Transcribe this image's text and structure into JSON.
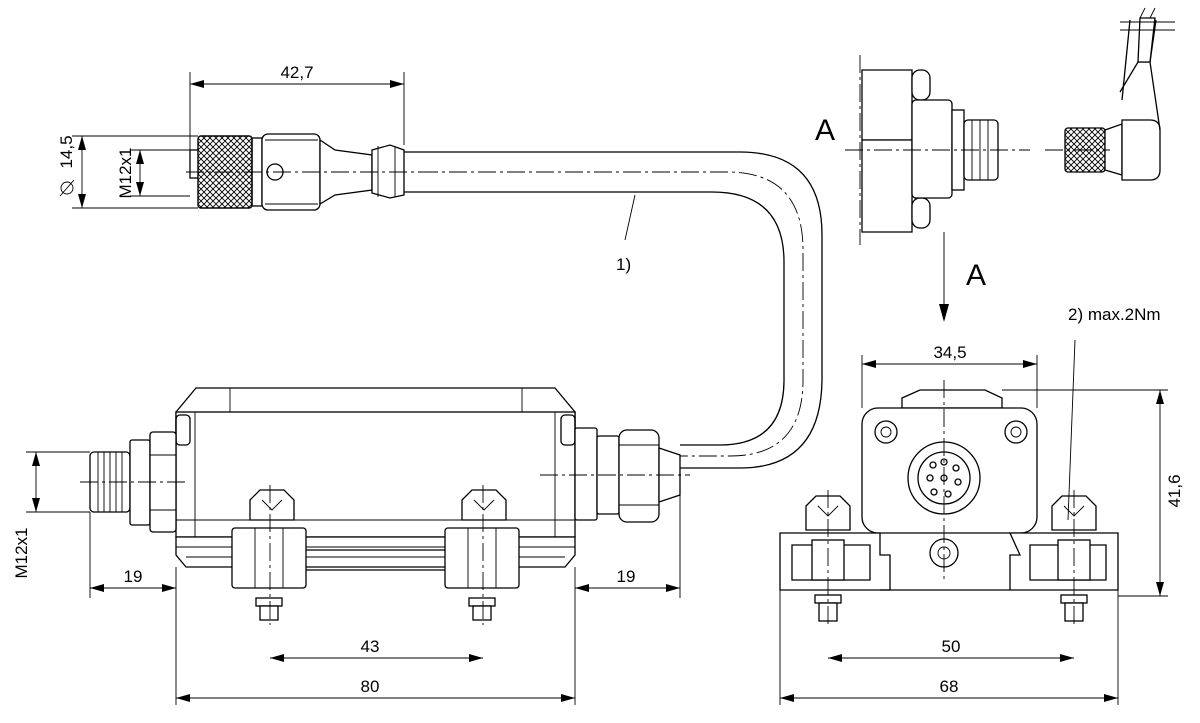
{
  "dimensions": {
    "top_connector_length": "42,7",
    "thread_diameter": "14,5",
    "thread_top": "M12x1",
    "thread_left": "M12x1",
    "left_offset": "19",
    "right_offset": "19",
    "screw_spacing": "43",
    "body_length": "80",
    "side_width": "34,5",
    "side_height": "41,6",
    "side_screw_spacing": "50",
    "side_length": "68"
  },
  "callouts": {
    "cable": "1)",
    "torque": "2)  max.2Nm"
  },
  "view": {
    "label_a": "A",
    "label_a_arrow": "A"
  }
}
